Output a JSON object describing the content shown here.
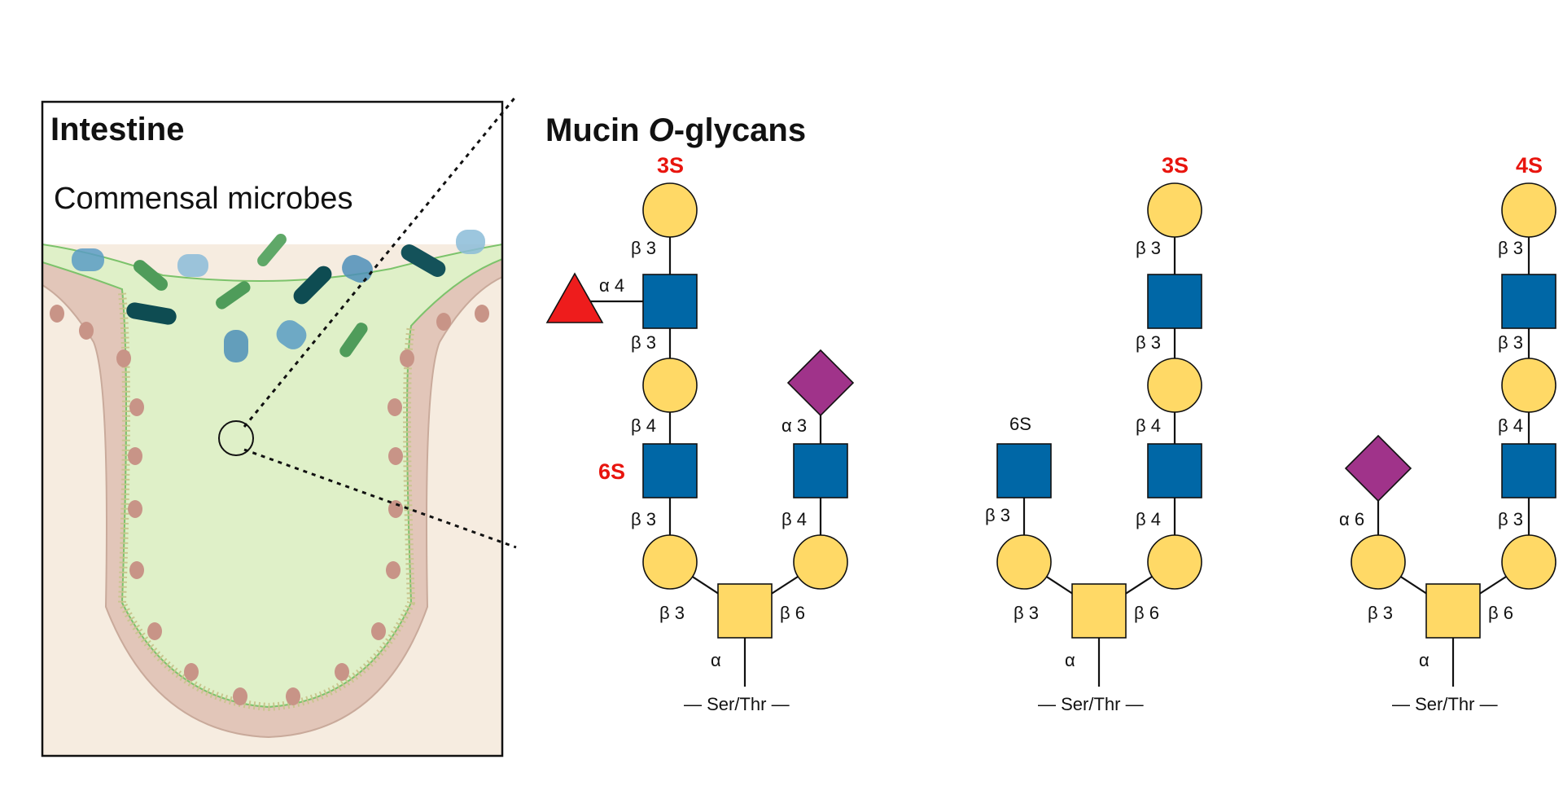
{
  "figure": {
    "intestine_title": "Intestine",
    "microbes_label": "Commensal microbes",
    "glycans_title_main": "Mucin ",
    "glycans_title_italic": "O",
    "glycans_title_rest": "-glycans"
  },
  "glycans": [
    {
      "top_sulfation": "3S",
      "middle_sulfation": "6S",
      "side_sulfation": "",
      "linkages": {
        "top": "β 3",
        "fucose": "α 4",
        "mid_upper": "β 3",
        "mid": "β 4",
        "mid_lower": "β 3",
        "side_upper": "α 3",
        "side_lower": "β 4",
        "core_left": "β 3",
        "core_right": "β 6",
        "core_alpha": "α"
      },
      "peptide": "— Ser/Thr —"
    },
    {
      "top_sulfation": "3S",
      "side_sulfation": "6S",
      "linkages": {
        "top": "β 3",
        "mid_upper": "β 3",
        "mid": "β 4",
        "mid_lower": "β 4",
        "side_lower": "β 3",
        "core_left": "β 3",
        "core_right": "β 6",
        "core_alpha": "α"
      },
      "peptide": "— Ser/Thr —"
    },
    {
      "top_sulfation": "4S",
      "linkages": {
        "top": "β 3",
        "mid_upper": "β 3",
        "mid": "β 4",
        "mid_lower": "β 3",
        "side_lower": "α 6",
        "core_left": "β 3",
        "core_right": "β 6",
        "core_alpha": "α"
      },
      "peptide": "— Ser/Thr —"
    }
  ],
  "colors": {
    "galactose": "#ffd966",
    "glcnac": "#0067a6",
    "sialic_acid": "#a0338a",
    "fucose": "#ee1c1c",
    "sulfation_label": "#e8150e",
    "mucus": "#dff0c8",
    "tissue": "#f5e6d8"
  }
}
